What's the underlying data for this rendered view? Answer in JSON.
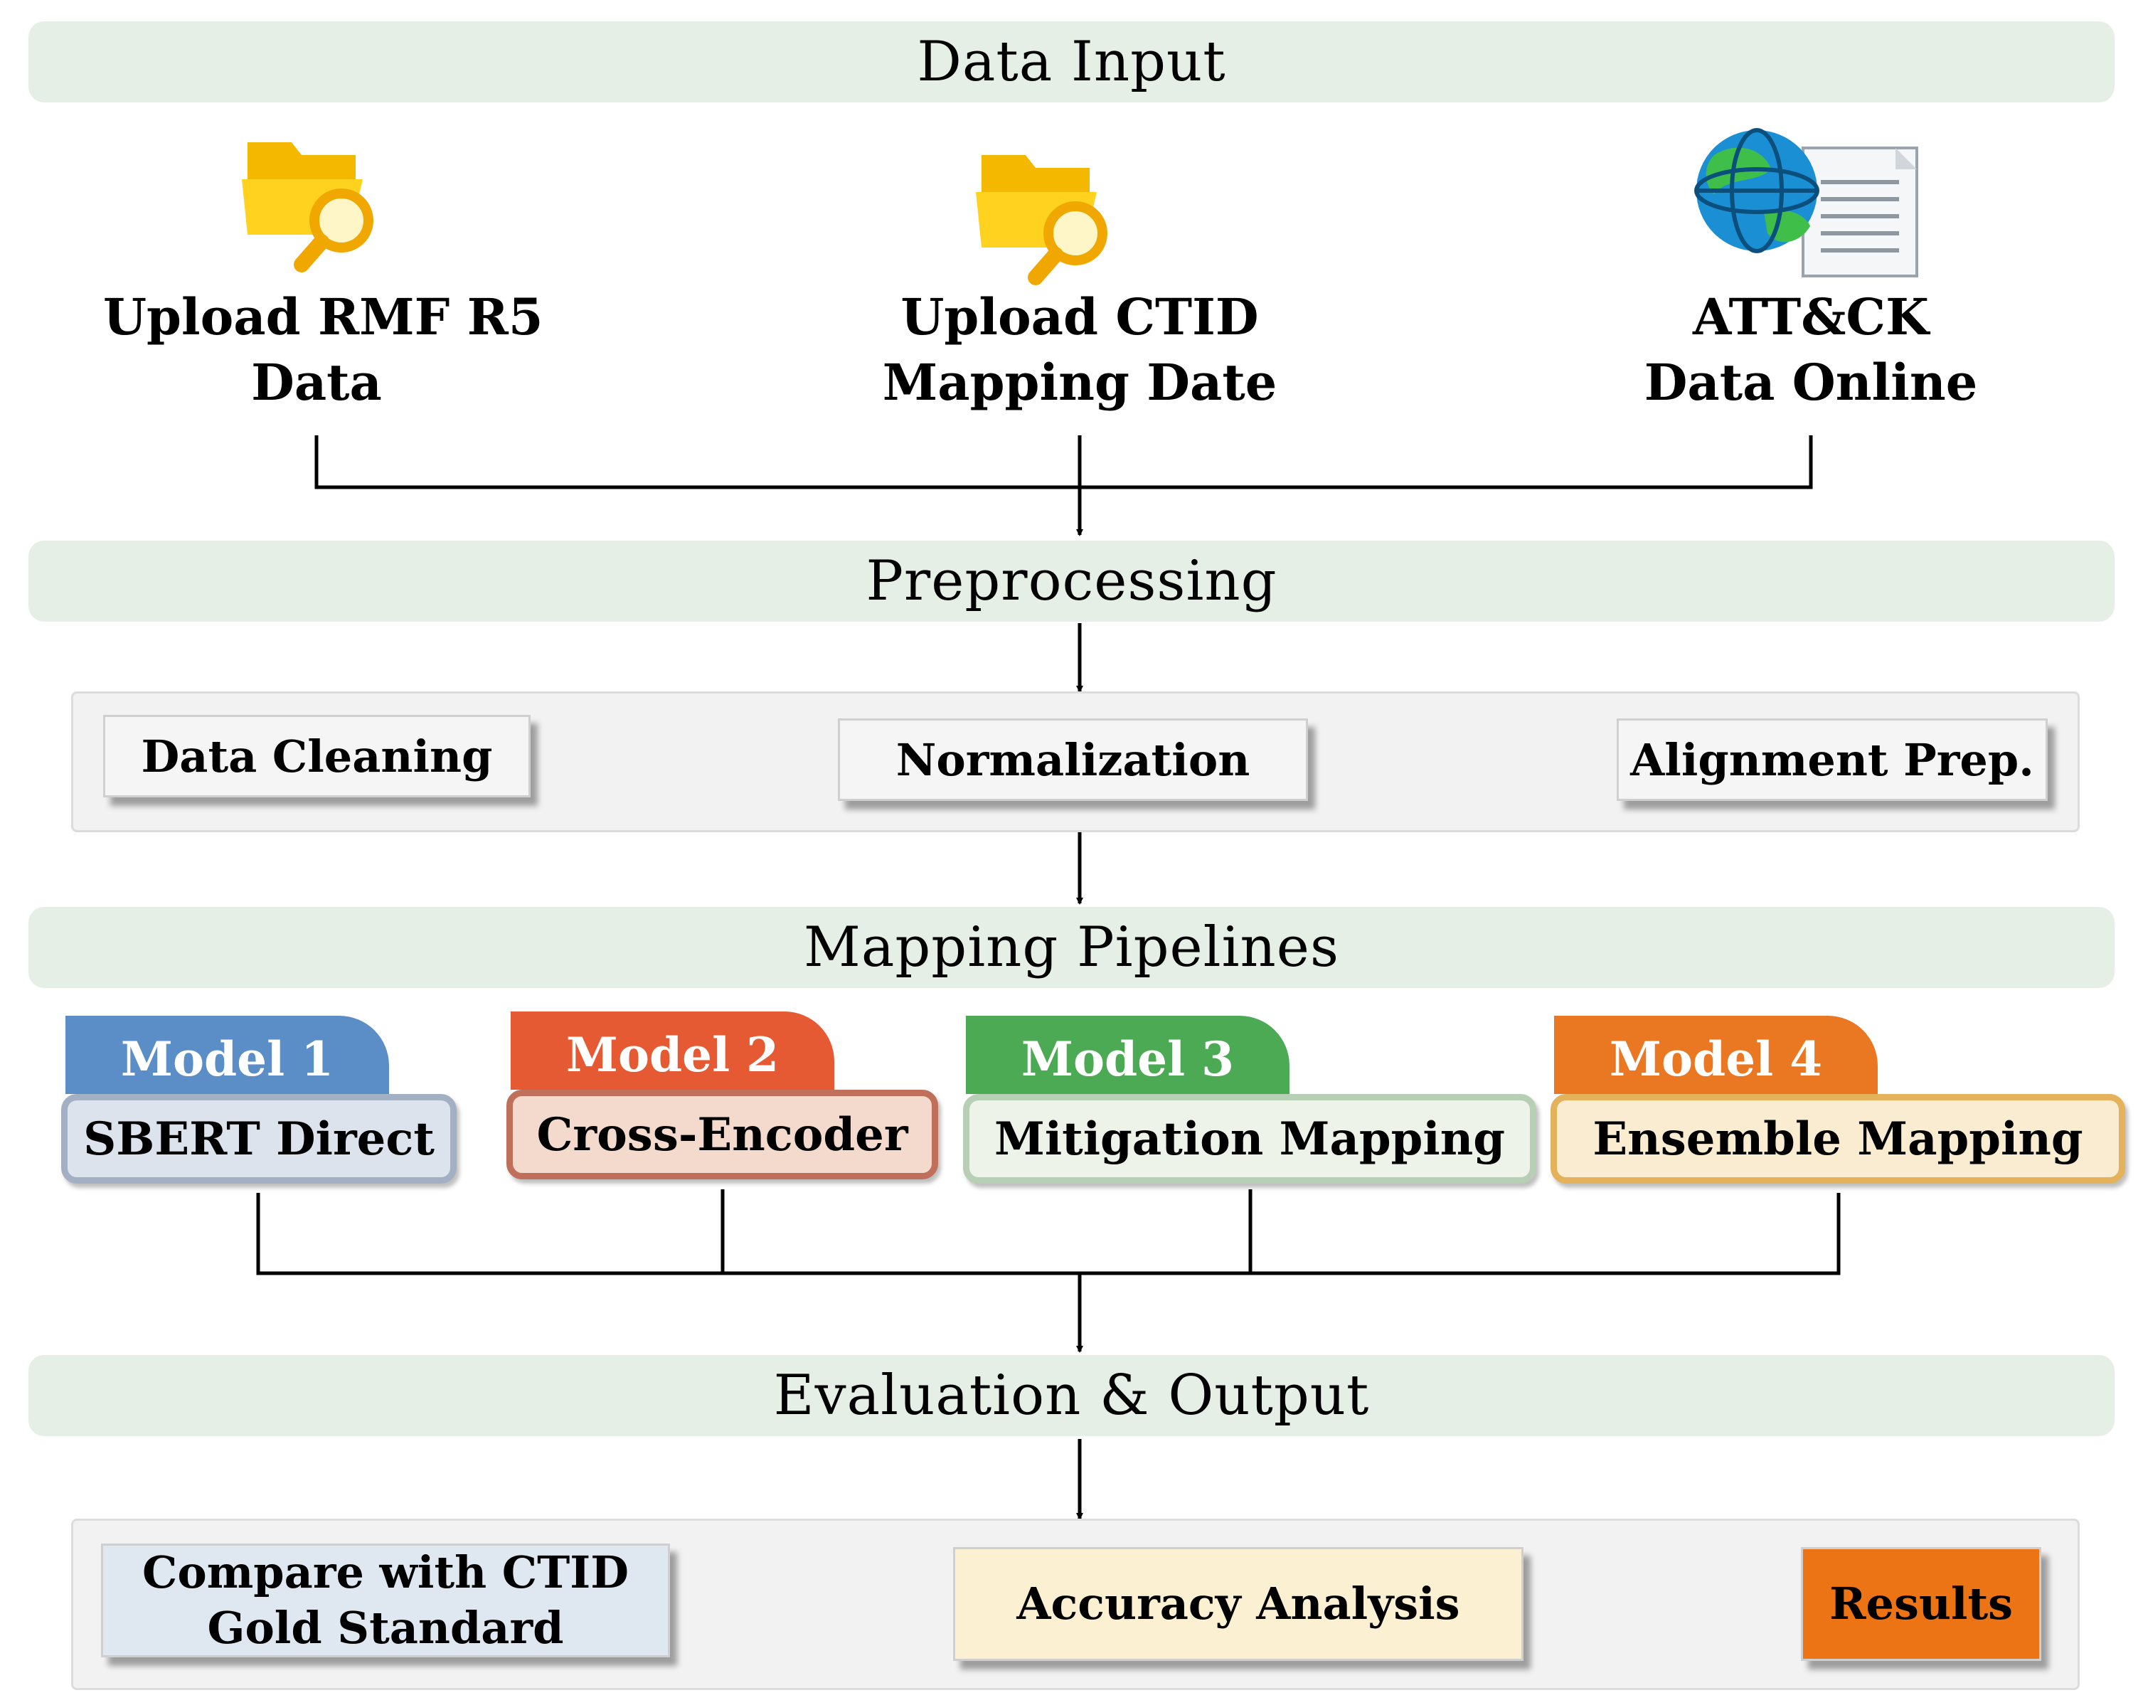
{
  "sections": {
    "data_input": "Data Input",
    "preprocessing": "Preprocessing",
    "mapping_pipelines": "Mapping Pipelines",
    "evaluation_output": "Evaluation  & Output"
  },
  "sources": [
    {
      "line1": "Upload RMF R5",
      "line2": "Data",
      "icon": "folder-search-icon"
    },
    {
      "line1": "Upload CTID",
      "line2": "Mapping Date",
      "icon": "folder-search-icon"
    },
    {
      "line1": "ATT&CK",
      "line2": "Data Online",
      "icon": "globe-document-icon"
    }
  ],
  "preprocessing_steps": [
    "Data Cleaning",
    "Normalization",
    "Alignment Prep."
  ],
  "models": [
    {
      "tab": "Model 1",
      "name": "SBERT Direct",
      "tab_color": "#5b8ec6",
      "fill": "#dde3ed",
      "border": "#a3b0c4"
    },
    {
      "tab": "Model 2",
      "name": "Cross-Encoder",
      "tab_color": "#e65a33",
      "fill": "#f4d9cd",
      "border": "#c0705a"
    },
    {
      "tab": "Model 3",
      "name": "Mitigation Mapping",
      "tab_color": "#4caa55",
      "fill": "#eef3ea",
      "border": "#b7cfb4"
    },
    {
      "tab": "Model 4",
      "name": "Ensemble Mapping",
      "tab_color": "#ea7722",
      "fill": "#f9ecd0",
      "border": "#e3b25a"
    }
  ],
  "evaluation": {
    "compare_line1": "Compare with CTID",
    "compare_line2": "Gold Standard",
    "accuracy": "Accuracy Analysis",
    "results": "Results"
  },
  "colors": {
    "section_bar": "#e6efe6",
    "panel": "#f2f2f2",
    "compare_fill": "#dfe8f1",
    "accuracy_fill": "#fbf0d2",
    "results_fill": "#ec7414"
  }
}
